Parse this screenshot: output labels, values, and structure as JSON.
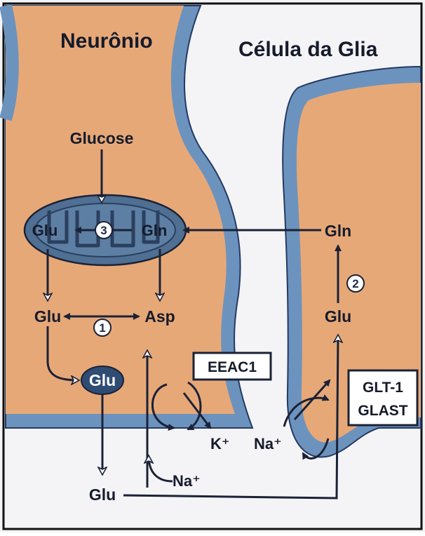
{
  "cells": {
    "neuron_title": "Neurônio",
    "glia_title": "Célula da Glia"
  },
  "neuron": {
    "glucose": "Glucose",
    "mito_glu": "Glu",
    "mito_gln": "Gln",
    "glu": "Glu",
    "asp": "Asp",
    "vesicle_glu": "Glu"
  },
  "glia": {
    "gln": "Gln",
    "glu": "Glu"
  },
  "extracellular": {
    "glu": "Glu",
    "na_neuron": "Na⁺",
    "k_neuron": "K⁺",
    "na_glia": "Na⁺"
  },
  "transporters": {
    "neuron_box": "EEAC1",
    "glia_box_line1": "GLT-1",
    "glia_box_line2": "GLAST"
  },
  "step_markers": [
    "1",
    "2",
    "3"
  ],
  "colors": {
    "cytoplasm": "#e7a878",
    "membrane": "#6c93bd",
    "membrane_outline": "#243a63",
    "mitochondrion": "#4f6f93",
    "arrow": "#1b2236",
    "background": "#f4f4f7"
  }
}
